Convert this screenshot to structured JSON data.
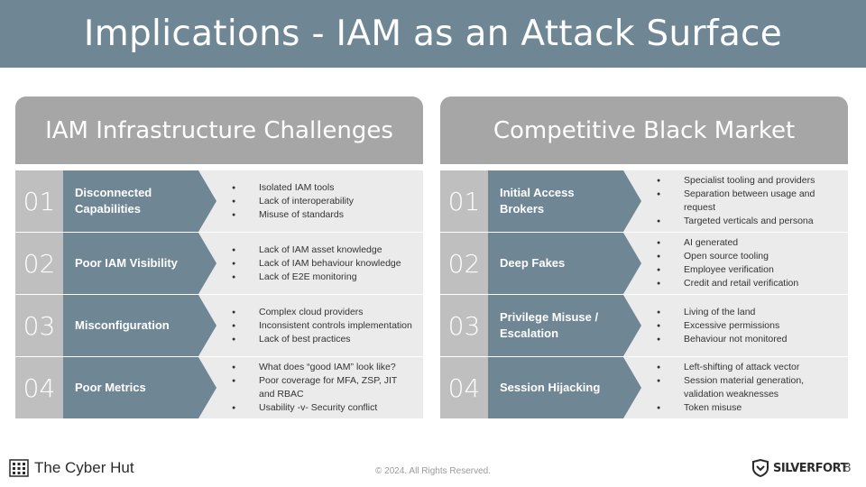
{
  "slide": {
    "title": "Implications - IAM as an Attack Surface",
    "page_number": "8",
    "copyright": "© 2024. All Rights Reserved."
  },
  "brand": {
    "left_logo_text": "The Cyber Hut",
    "right_logo_text": "SILVERFORT"
  },
  "colors": {
    "title_bar": "#6f8795",
    "panel_header": "#a6a6a6",
    "arrow": "#6f8795",
    "number_box": "#bfbfbf",
    "row_background": "#ebebeb"
  },
  "panels": [
    {
      "header": "IAM Infrastructure Challenges",
      "rows": [
        {
          "number": "01",
          "label": "Disconnected Capabilities",
          "bullets": [
            "Isolated IAM tools",
            "Lack of interoperability",
            "Misuse of standards"
          ]
        },
        {
          "number": "02",
          "label": "Poor IAM Visibility",
          "bullets": [
            "Lack of IAM asset knowledge",
            "Lack of IAM behaviour knowledge",
            "Lack of E2E monitoring"
          ]
        },
        {
          "number": "03",
          "label": "Misconfiguration",
          "bullets": [
            "Complex cloud providers",
            "Inconsistent controls implementation",
            "Lack of best practices"
          ]
        },
        {
          "number": "04",
          "label": "Poor Metrics",
          "bullets": [
            "What does “good IAM” look like?",
            "Poor coverage for MFA, ZSP, JIT and RBAC",
            "Usability -v- Security conflict"
          ]
        }
      ]
    },
    {
      "header": "Competitive Black Market",
      "rows": [
        {
          "number": "01",
          "label": "Initial Access Brokers",
          "bullets": [
            "Specialist tooling and providers",
            "Separation between usage and request",
            "Targeted verticals and persona"
          ]
        },
        {
          "number": "02",
          "label": "Deep Fakes",
          "bullets": [
            "AI generated",
            "Open source tooling",
            "Employee verification",
            "Credit and retail verification"
          ]
        },
        {
          "number": "03",
          "label": "Privilege Misuse / Escalation",
          "bullets": [
            "Living of the land",
            "Excessive permissions",
            "Behaviour not monitored"
          ]
        },
        {
          "number": "04",
          "label": "Session Hijacking",
          "bullets": [
            "Left-shifting of attack vector",
            "Session material generation, validation weaknesses",
            "Token misuse"
          ]
        }
      ]
    }
  ]
}
